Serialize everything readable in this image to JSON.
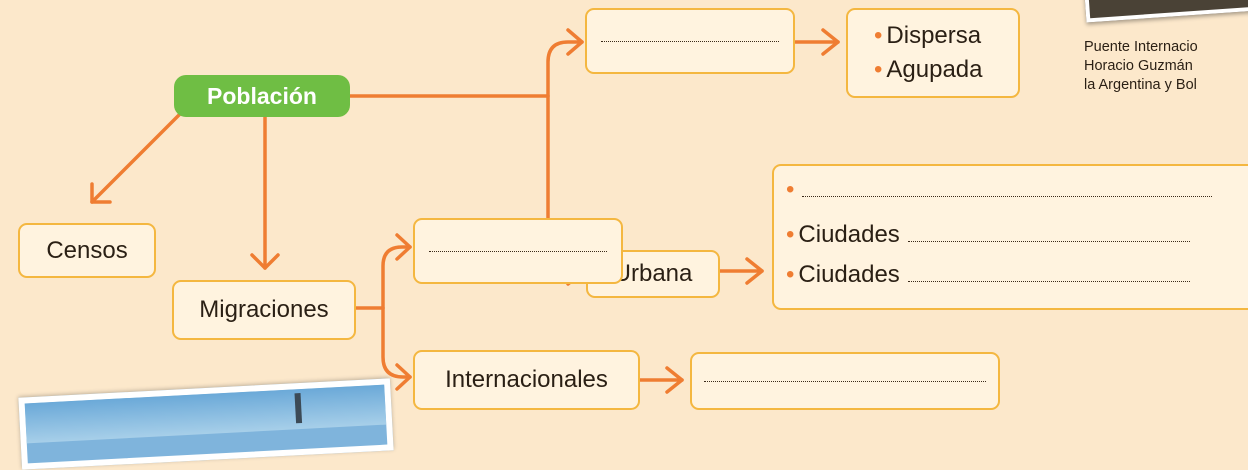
{
  "diagram": {
    "root": "Población",
    "censos": "Censos",
    "migraciones": "Migraciones",
    "rural_blank": "",
    "urbana": "Urbana",
    "rural_types": [
      "Dispersa",
      "Agupada"
    ],
    "urban_lines": [
      {
        "label": ""
      },
      {
        "label": "Ciudades"
      },
      {
        "label": "Ciudades"
      }
    ],
    "internas_blank": "",
    "internacionales": "Internacionales",
    "internacionales_blank": ""
  },
  "caption": {
    "lines": [
      "Puente Internacio",
      "Horacio Guzmán",
      "la Argentina y Bol"
    ]
  },
  "colors": {
    "background": "#fce8cb",
    "box_fill": "#fff3df",
    "box_border": "#f4b740",
    "arrow": "#ef7d32",
    "root_fill": "#6fbe44"
  }
}
